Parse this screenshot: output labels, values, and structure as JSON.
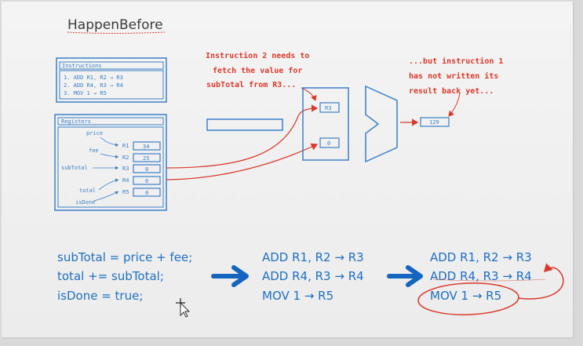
{
  "title": "HappenBefore",
  "instructions_box": {
    "header": "Instructions",
    "lines": [
      "1. ADD R1, R2 → R3",
      "2. ADD R4, R3 → R4",
      "3. MOV 1 → R5"
    ]
  },
  "registers_box": {
    "header": "Registers",
    "variables": [
      "price",
      "fee",
      "subTotal",
      "total",
      "isDone"
    ],
    "registers": [
      {
        "name": "R1",
        "value": "34"
      },
      {
        "name": "R2",
        "value": "25"
      },
      {
        "name": "R3",
        "value": "0"
      },
      {
        "name": "R4",
        "value": "0"
      },
      {
        "name": "R5",
        "value": "0"
      }
    ]
  },
  "pipeline": {
    "input_a": "R3",
    "input_b": "0",
    "result": "129"
  },
  "notes": {
    "left": [
      "Instruction 2 needs to",
      "fetch the value for",
      "subTotal from R3..."
    ],
    "right": [
      "...but instruction 1",
      "has not written its",
      "result back yet..."
    ]
  },
  "code": [
    "subTotal = price + fee;",
    "total += subTotal;",
    "isDone = true;"
  ],
  "asm_original": [
    "ADD R1, R2 → R3",
    "ADD R4, R3 → R4",
    "MOV 1 → R5"
  ],
  "asm_reordered": [
    "ADD R1, R2 → R3",
    "ADD R4, R3 → R4",
    "MOV 1 → R5"
  ],
  "colors": {
    "blue": "#3a7fc8",
    "red": "#d8392b",
    "dark_blue": "#1f6fc0",
    "arrow_blue": "#1565c0"
  }
}
